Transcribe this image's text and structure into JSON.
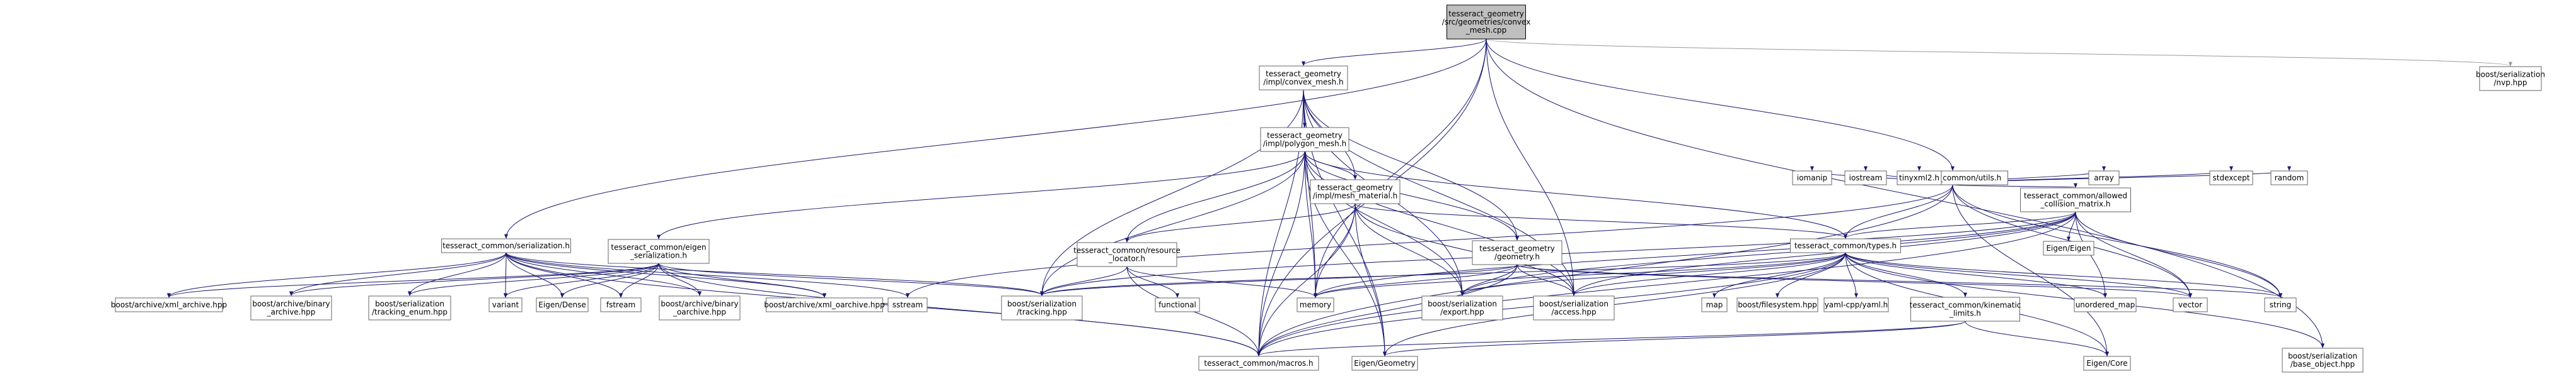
{
  "graph": {
    "nodes": [
      {
        "id": "root",
        "lines": [
          "tesseract_geometry",
          "/src/geometries/convex",
          "_mesh.cpp"
        ],
        "root": true
      },
      {
        "id": "cm",
        "lines": [
          "tesseract_geometry",
          "/impl/convex_mesh.h"
        ]
      },
      {
        "id": "nvp",
        "lines": [
          "boost/serialization",
          "/nvp.hpp"
        ]
      },
      {
        "id": "utils",
        "lines": [
          "tesseract_common/utils.h"
        ]
      },
      {
        "id": "pm",
        "lines": [
          "tesseract_geometry",
          "/impl/polygon_mesh.h"
        ]
      },
      {
        "id": "ser",
        "lines": [
          "tesseract_common/serialization.h"
        ]
      },
      {
        "id": "eser",
        "lines": [
          "tesseract_common/eigen",
          "_serialization.h"
        ]
      },
      {
        "id": "mm",
        "lines": [
          "tesseract_geometry",
          "/impl/mesh_material.h"
        ]
      },
      {
        "id": "rl",
        "lines": [
          "tesseract_common/resource",
          "_locator.h"
        ]
      },
      {
        "id": "geo",
        "lines": [
          "tesseract_geometry",
          "/geometry.h"
        ]
      },
      {
        "id": "acm",
        "lines": [
          "tesseract_common/allowed",
          "_collision_matrix.h"
        ]
      },
      {
        "id": "types",
        "lines": [
          "tesseract_common/types.h"
        ]
      },
      {
        "id": "kl",
        "lines": [
          "tesseract_common/kinematic",
          "_limits.h"
        ]
      },
      {
        "id": "xmlA",
        "lines": [
          "boost/archive/xml_archive.hpp"
        ]
      },
      {
        "id": "binA",
        "lines": [
          "boost/archive/binary",
          "_archive.hpp"
        ]
      },
      {
        "id": "trEnum",
        "lines": [
          "boost/serialization",
          "/tracking_enum.hpp"
        ]
      },
      {
        "id": "variant",
        "lines": [
          "variant"
        ]
      },
      {
        "id": "eDense",
        "lines": [
          "Eigen/Dense"
        ]
      },
      {
        "id": "fstream",
        "lines": [
          "fstream"
        ]
      },
      {
        "id": "binA2",
        "lines": [
          "boost/archive/binary",
          "_oarchive.hpp"
        ]
      },
      {
        "id": "xmlOA",
        "lines": [
          "boost/archive/xml_oarchive.hpp"
        ]
      },
      {
        "id": "sstream",
        "lines": [
          "sstream"
        ]
      },
      {
        "id": "tracking",
        "lines": [
          "boost/serialization",
          "/tracking.hpp"
        ]
      },
      {
        "id": "functional",
        "lines": [
          "functional"
        ]
      },
      {
        "id": "memory",
        "lines": [
          "memory"
        ]
      },
      {
        "id": "export",
        "lines": [
          "boost/serialization",
          "/export.hpp"
        ]
      },
      {
        "id": "access",
        "lines": [
          "boost/serialization",
          "/access.hpp"
        ]
      },
      {
        "id": "map",
        "lines": [
          "map"
        ]
      },
      {
        "id": "bfs",
        "lines": [
          "boost/filesystem.hpp"
        ]
      },
      {
        "id": "yaml",
        "lines": [
          "yaml-cpp/yaml.h"
        ]
      },
      {
        "id": "umap",
        "lines": [
          "unordered_map"
        ]
      },
      {
        "id": "vector",
        "lines": [
          "vector"
        ]
      },
      {
        "id": "string",
        "lines": [
          "string"
        ]
      },
      {
        "id": "macros",
        "lines": [
          "tesseract_common/macros.h"
        ]
      },
      {
        "id": "eGeom",
        "lines": [
          "Eigen/Geometry"
        ]
      },
      {
        "id": "eCore",
        "lines": [
          "Eigen/Core"
        ]
      },
      {
        "id": "baseObj",
        "lines": [
          "boost/serialization",
          "/base_object.hpp"
        ]
      },
      {
        "id": "iomanip",
        "lines": [
          "iomanip"
        ]
      },
      {
        "id": "iostream",
        "lines": [
          "iostream"
        ]
      },
      {
        "id": "tinyxml",
        "lines": [
          "tinyxml2.h"
        ]
      },
      {
        "id": "array",
        "lines": [
          "array"
        ]
      },
      {
        "id": "stdexcept",
        "lines": [
          "stdexcept"
        ]
      },
      {
        "id": "random",
        "lines": [
          "random"
        ]
      },
      {
        "id": "eEigen",
        "lines": [
          "Eigen/Eigen"
        ]
      }
    ],
    "edges": [
      [
        "root",
        "cm"
      ],
      [
        "root",
        "nvp",
        1
      ],
      [
        "root",
        "utils"
      ],
      [
        "root",
        "ser"
      ],
      [
        "root",
        "macros"
      ],
      [
        "root",
        "baseObj"
      ],
      [
        "root",
        "access"
      ],
      [
        "root",
        "memory"
      ],
      [
        "cm",
        "pm"
      ],
      [
        "cm",
        "macros"
      ],
      [
        "cm",
        "geo"
      ],
      [
        "cm",
        "mm"
      ],
      [
        "cm",
        "memory"
      ],
      [
        "cm",
        "eGeom"
      ],
      [
        "cm",
        "tracking"
      ],
      [
        "cm",
        "access"
      ],
      [
        "cm",
        "export"
      ],
      [
        "pm",
        "eser"
      ],
      [
        "pm",
        "mm"
      ],
      [
        "pm",
        "rl"
      ],
      [
        "pm",
        "geo"
      ],
      [
        "pm",
        "types"
      ],
      [
        "pm",
        "macros"
      ],
      [
        "pm",
        "memory"
      ],
      [
        "pm",
        "eGeom"
      ],
      [
        "pm",
        "tracking"
      ],
      [
        "pm",
        "access"
      ],
      [
        "pm",
        "export"
      ],
      [
        "utils",
        "acm"
      ],
      [
        "utils",
        "types"
      ],
      [
        "utils",
        "iomanip"
      ],
      [
        "utils",
        "iostream"
      ],
      [
        "utils",
        "tinyxml"
      ],
      [
        "utils",
        "array"
      ],
      [
        "utils",
        "stdexcept"
      ],
      [
        "utils",
        "random"
      ],
      [
        "utils",
        "vector"
      ],
      [
        "utils",
        "string"
      ],
      [
        "utils",
        "eCore"
      ],
      [
        "utils",
        "macros"
      ],
      [
        "utils",
        "sstream"
      ],
      [
        "ser",
        "xmlA"
      ],
      [
        "ser",
        "binA"
      ],
      [
        "ser",
        "trEnum"
      ],
      [
        "ser",
        "variant"
      ],
      [
        "ser",
        "eDense"
      ],
      [
        "ser",
        "fstream"
      ],
      [
        "ser",
        "binA2"
      ],
      [
        "ser",
        "xmlOA"
      ],
      [
        "ser",
        "sstream"
      ],
      [
        "ser",
        "tracking"
      ],
      [
        "ser",
        "macros"
      ],
      [
        "eser",
        "xmlA"
      ],
      [
        "eser",
        "binA"
      ],
      [
        "eser",
        "trEnum"
      ],
      [
        "eser",
        "variant"
      ],
      [
        "eser",
        "eDense"
      ],
      [
        "eser",
        "fstream"
      ],
      [
        "eser",
        "binA2"
      ],
      [
        "eser",
        "xmlOA"
      ],
      [
        "eser",
        "tracking"
      ],
      [
        "eser",
        "macros"
      ],
      [
        "mm",
        "rl"
      ],
      [
        "mm",
        "types"
      ],
      [
        "mm",
        "memory"
      ],
      [
        "mm",
        "eGeom"
      ],
      [
        "mm",
        "macros"
      ],
      [
        "mm",
        "export"
      ],
      [
        "mm",
        "access"
      ],
      [
        "rl",
        "functional"
      ],
      [
        "rl",
        "memory"
      ],
      [
        "rl",
        "macros"
      ],
      [
        "rl",
        "tracking"
      ],
      [
        "geo",
        "memory"
      ],
      [
        "geo",
        "macros"
      ],
      [
        "geo",
        "tracking"
      ],
      [
        "geo",
        "access"
      ],
      [
        "geo",
        "export"
      ],
      [
        "geo",
        "string"
      ],
      [
        "geo",
        "vector"
      ],
      [
        "acm",
        "types"
      ],
      [
        "acm",
        "eEigen"
      ],
      [
        "acm",
        "umap"
      ],
      [
        "acm",
        "vector"
      ],
      [
        "acm",
        "string"
      ],
      [
        "acm",
        "macros"
      ],
      [
        "acm",
        "memory"
      ],
      [
        "acm",
        "tracking"
      ],
      [
        "acm",
        "export"
      ],
      [
        "acm",
        "access"
      ],
      [
        "types",
        "map"
      ],
      [
        "types",
        "bfs"
      ],
      [
        "types",
        "yaml"
      ],
      [
        "types",
        "kl"
      ],
      [
        "types",
        "umap"
      ],
      [
        "types",
        "vector"
      ],
      [
        "types",
        "string"
      ],
      [
        "types",
        "eGeom"
      ],
      [
        "types",
        "eCore"
      ],
      [
        "types",
        "macros"
      ],
      [
        "types",
        "memory"
      ],
      [
        "types",
        "tracking"
      ],
      [
        "types",
        "export"
      ],
      [
        "types",
        "access"
      ],
      [
        "types",
        "baseObj"
      ],
      [
        "kl",
        "eCore"
      ],
      [
        "kl",
        "macros"
      ],
      [
        "kl",
        "eGeom"
      ]
    ]
  }
}
